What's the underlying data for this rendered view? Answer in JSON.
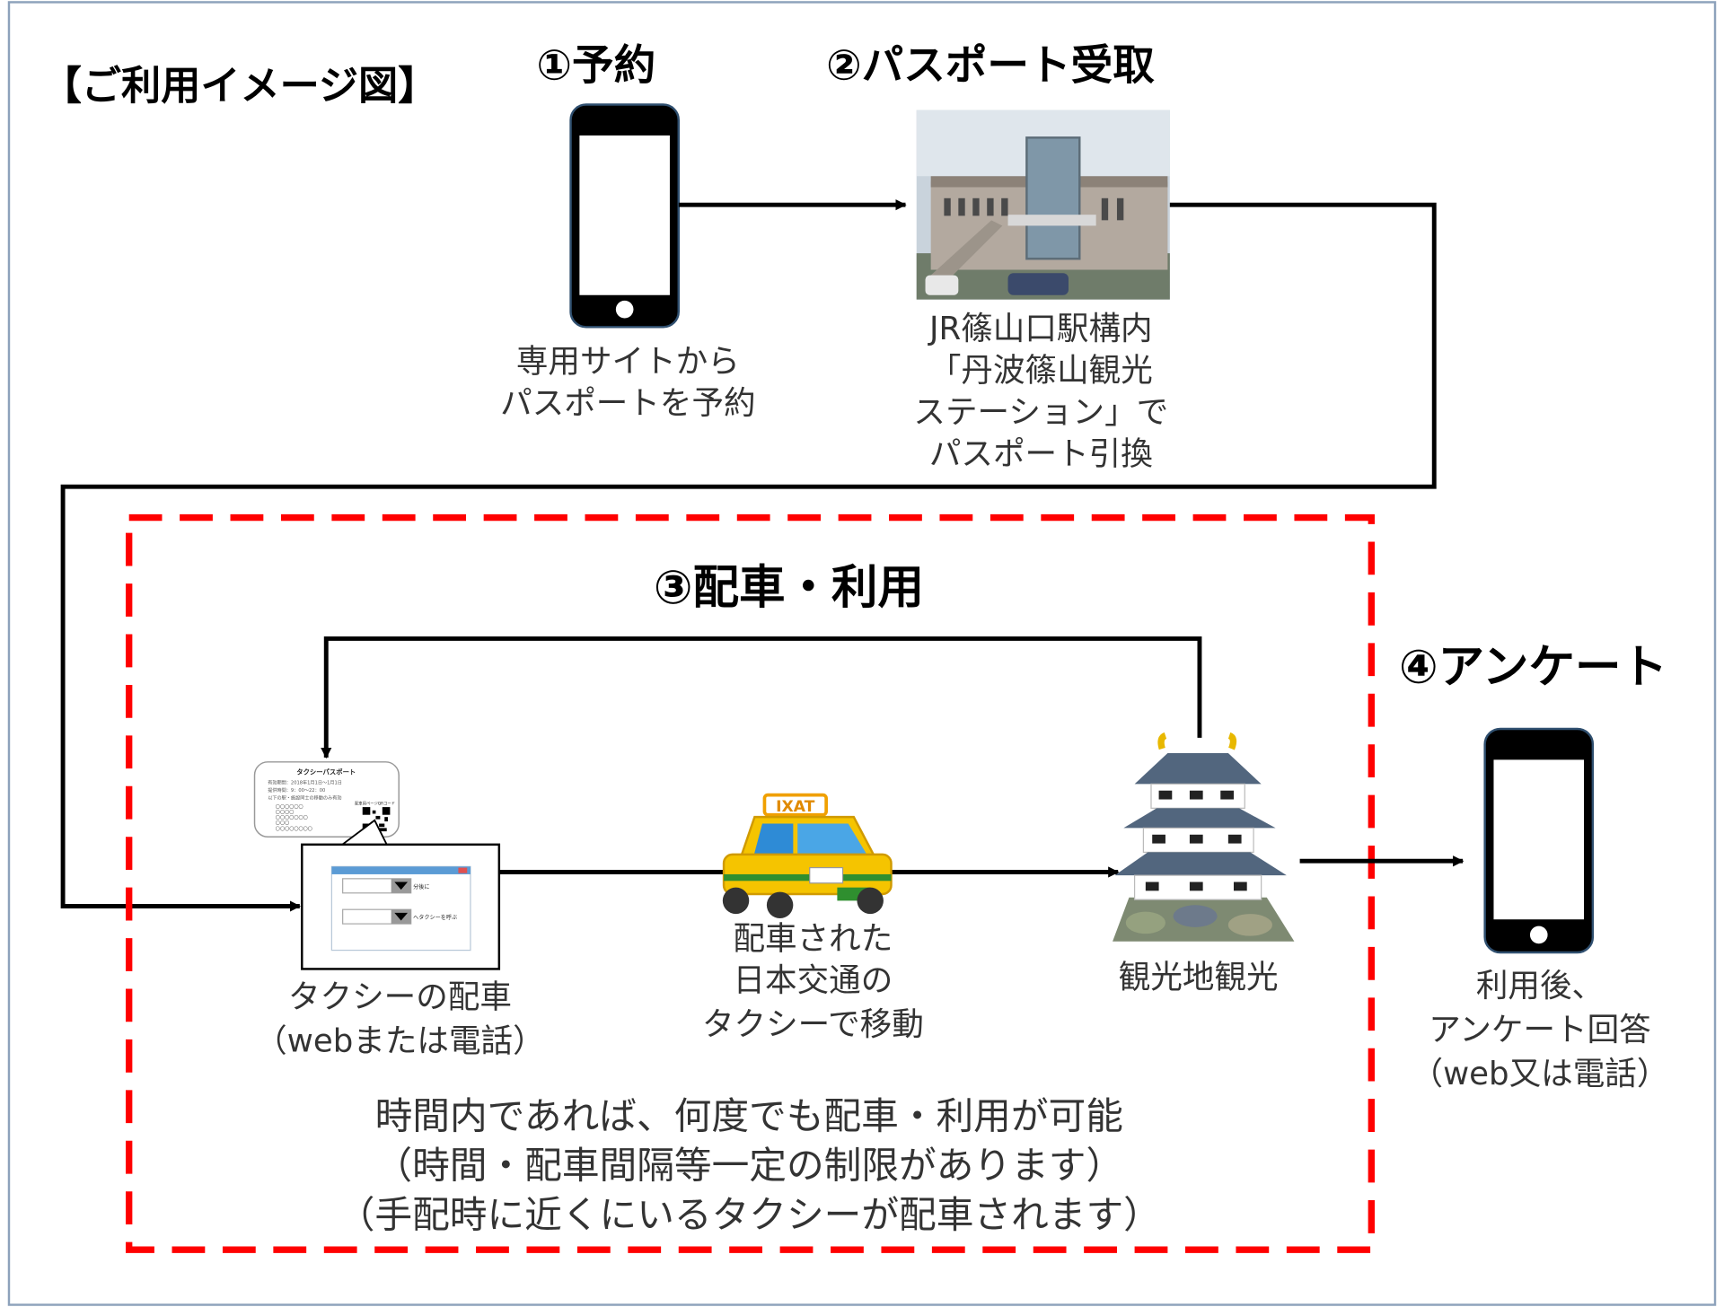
{
  "title": "【ご利用イメージ図】",
  "steps": {
    "reserve": {
      "heading": "①予約",
      "caption": [
        "専用サイトから",
        "パスポートを予約"
      ]
    },
    "pickup": {
      "heading": "②パスポート受取",
      "caption": [
        "JR篠山口駅構内",
        "「丹波篠山観光",
        "ステーション」で",
        "パスポート引換"
      ]
    },
    "use": {
      "heading": "③配車・利用",
      "dispatch_caption": [
        "タクシーの配車",
        "（webまたは電話）"
      ],
      "taxi_caption": [
        "配車された",
        "日本交通の",
        "タクシーで移動"
      ],
      "sightseeing_caption": [
        "観光地観光"
      ],
      "notes": [
        "時間内であれば、何度でも配車・利用が可能",
        "（時間・配車間隔等一定の制限があります）",
        "（手配時に近くにいるタクシーが配車されます）"
      ]
    },
    "survey": {
      "heading": "④アンケート",
      "caption": [
        "利用後、",
        "アンケート回答",
        "（web又は電話）"
      ]
    }
  },
  "passport_card": {
    "title": "タクシーパスポート",
    "lines": [
      "有効期間：2018年1月1日～1月1日",
      "提供時間：9：00～22：00",
      "以下の駅・施設同士の移動のみ有効"
    ],
    "bullets": [
      "〇〇〇〇〇〇",
      "〇〇〇〇",
      "〇〇〇〇〇〇〇",
      "〇〇〇",
      "〇〇〇〇〇〇〇〇"
    ],
    "qr_label": "配車用ページQRコード"
  },
  "dispatch_dialog": {
    "row1_label": "分後に",
    "row2_label": "へタクシーを呼ぶ"
  },
  "taxi_sign": "TAXI",
  "colors": {
    "dashed_frame": "#ff0000",
    "frame_border": "#8da2bb",
    "dialog_titlebar": "#5b9bd5",
    "taxi": "#f5c400"
  }
}
